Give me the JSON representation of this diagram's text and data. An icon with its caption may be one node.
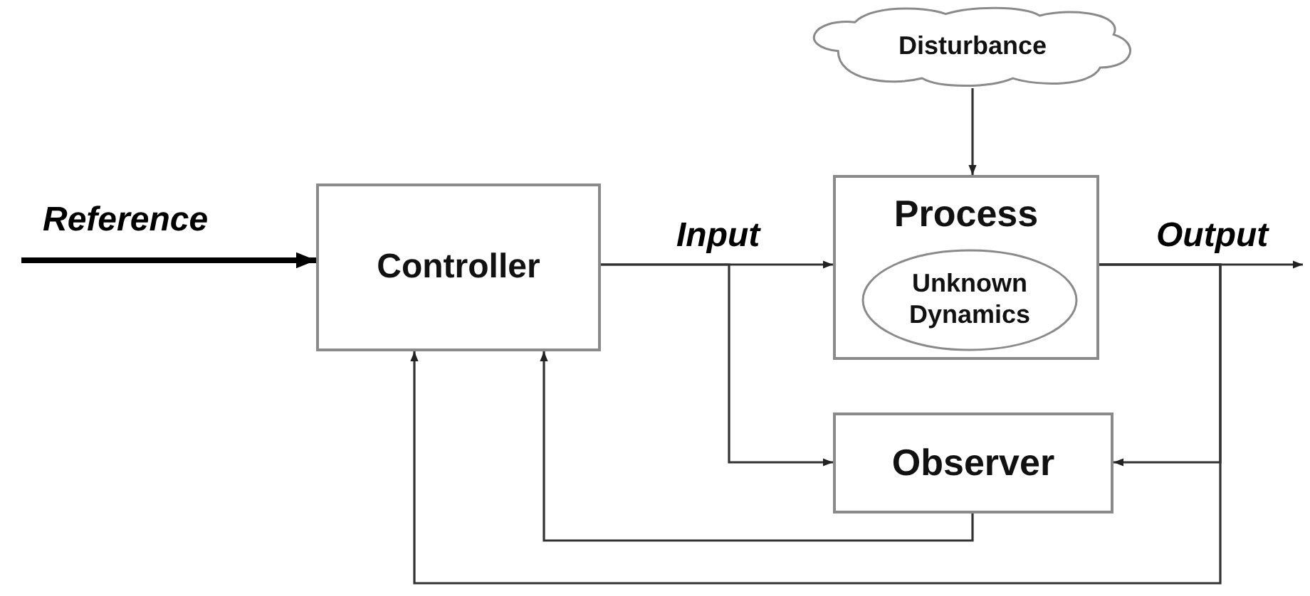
{
  "diagram": {
    "nodes": [
      {
        "text": [
          "Disturbance"
        ]
      },
      {
        "text": [
          "Process"
        ]
      },
      {
        "text": [
          "Unknown Dynamics"
        ],
        "in": 1
      },
      {
        "text": [
          "Controller"
        ]
      },
      {
        "text": [
          "Observer"
        ]
      }
    ],
    "edges": [
      {
        "from": null,
        "to": 3,
        "arrow": "to",
        "label": "Reference",
        "style": "thick"
      },
      {
        "from": 3,
        "to": 1,
        "arrow": "to",
        "label": "Input"
      },
      {
        "from": 1,
        "to": null,
        "arrow": "to",
        "label": "Output"
      },
      {
        "from": 0,
        "to": 1,
        "arrow": "to"
      },
      {
        "from": 3,
        "to": 4,
        "arrow": "to"
      },
      {
        "from": 1,
        "to": 4,
        "arrow": "to"
      },
      {
        "from": 1,
        "to": 3,
        "arrow": "to"
      },
      {
        "from": 4,
        "to": 3,
        "arrow": "to"
      }
    ]
  }
}
